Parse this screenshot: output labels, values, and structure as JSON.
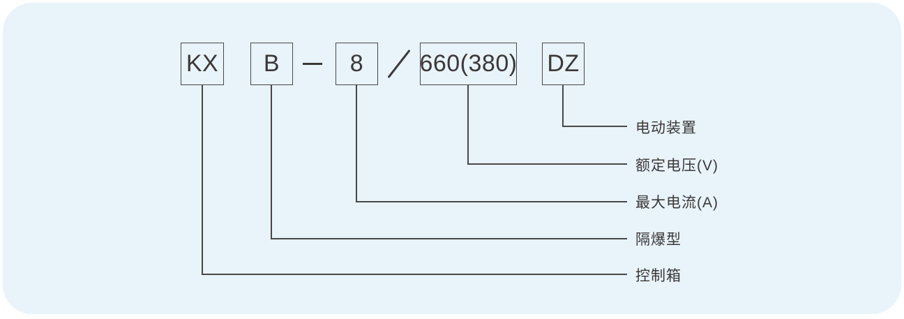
{
  "diagram": {
    "code_boxes": [
      {
        "code": "KX",
        "meaning": "控制箱"
      },
      {
        "code": "B",
        "meaning": "隔爆型"
      },
      {
        "code": "8",
        "meaning": "最大电流(A)"
      },
      {
        "code": "660(380)",
        "meaning": "额定电压(V)"
      },
      {
        "code": "DZ",
        "meaning": "电动装置"
      }
    ],
    "separators": {
      "dash": "—",
      "slash": "/"
    },
    "colors": {
      "page_background": "#ffffff",
      "panel_background": "#e8f3fa",
      "line": "#4a4746",
      "text": "#3b3837"
    }
  }
}
